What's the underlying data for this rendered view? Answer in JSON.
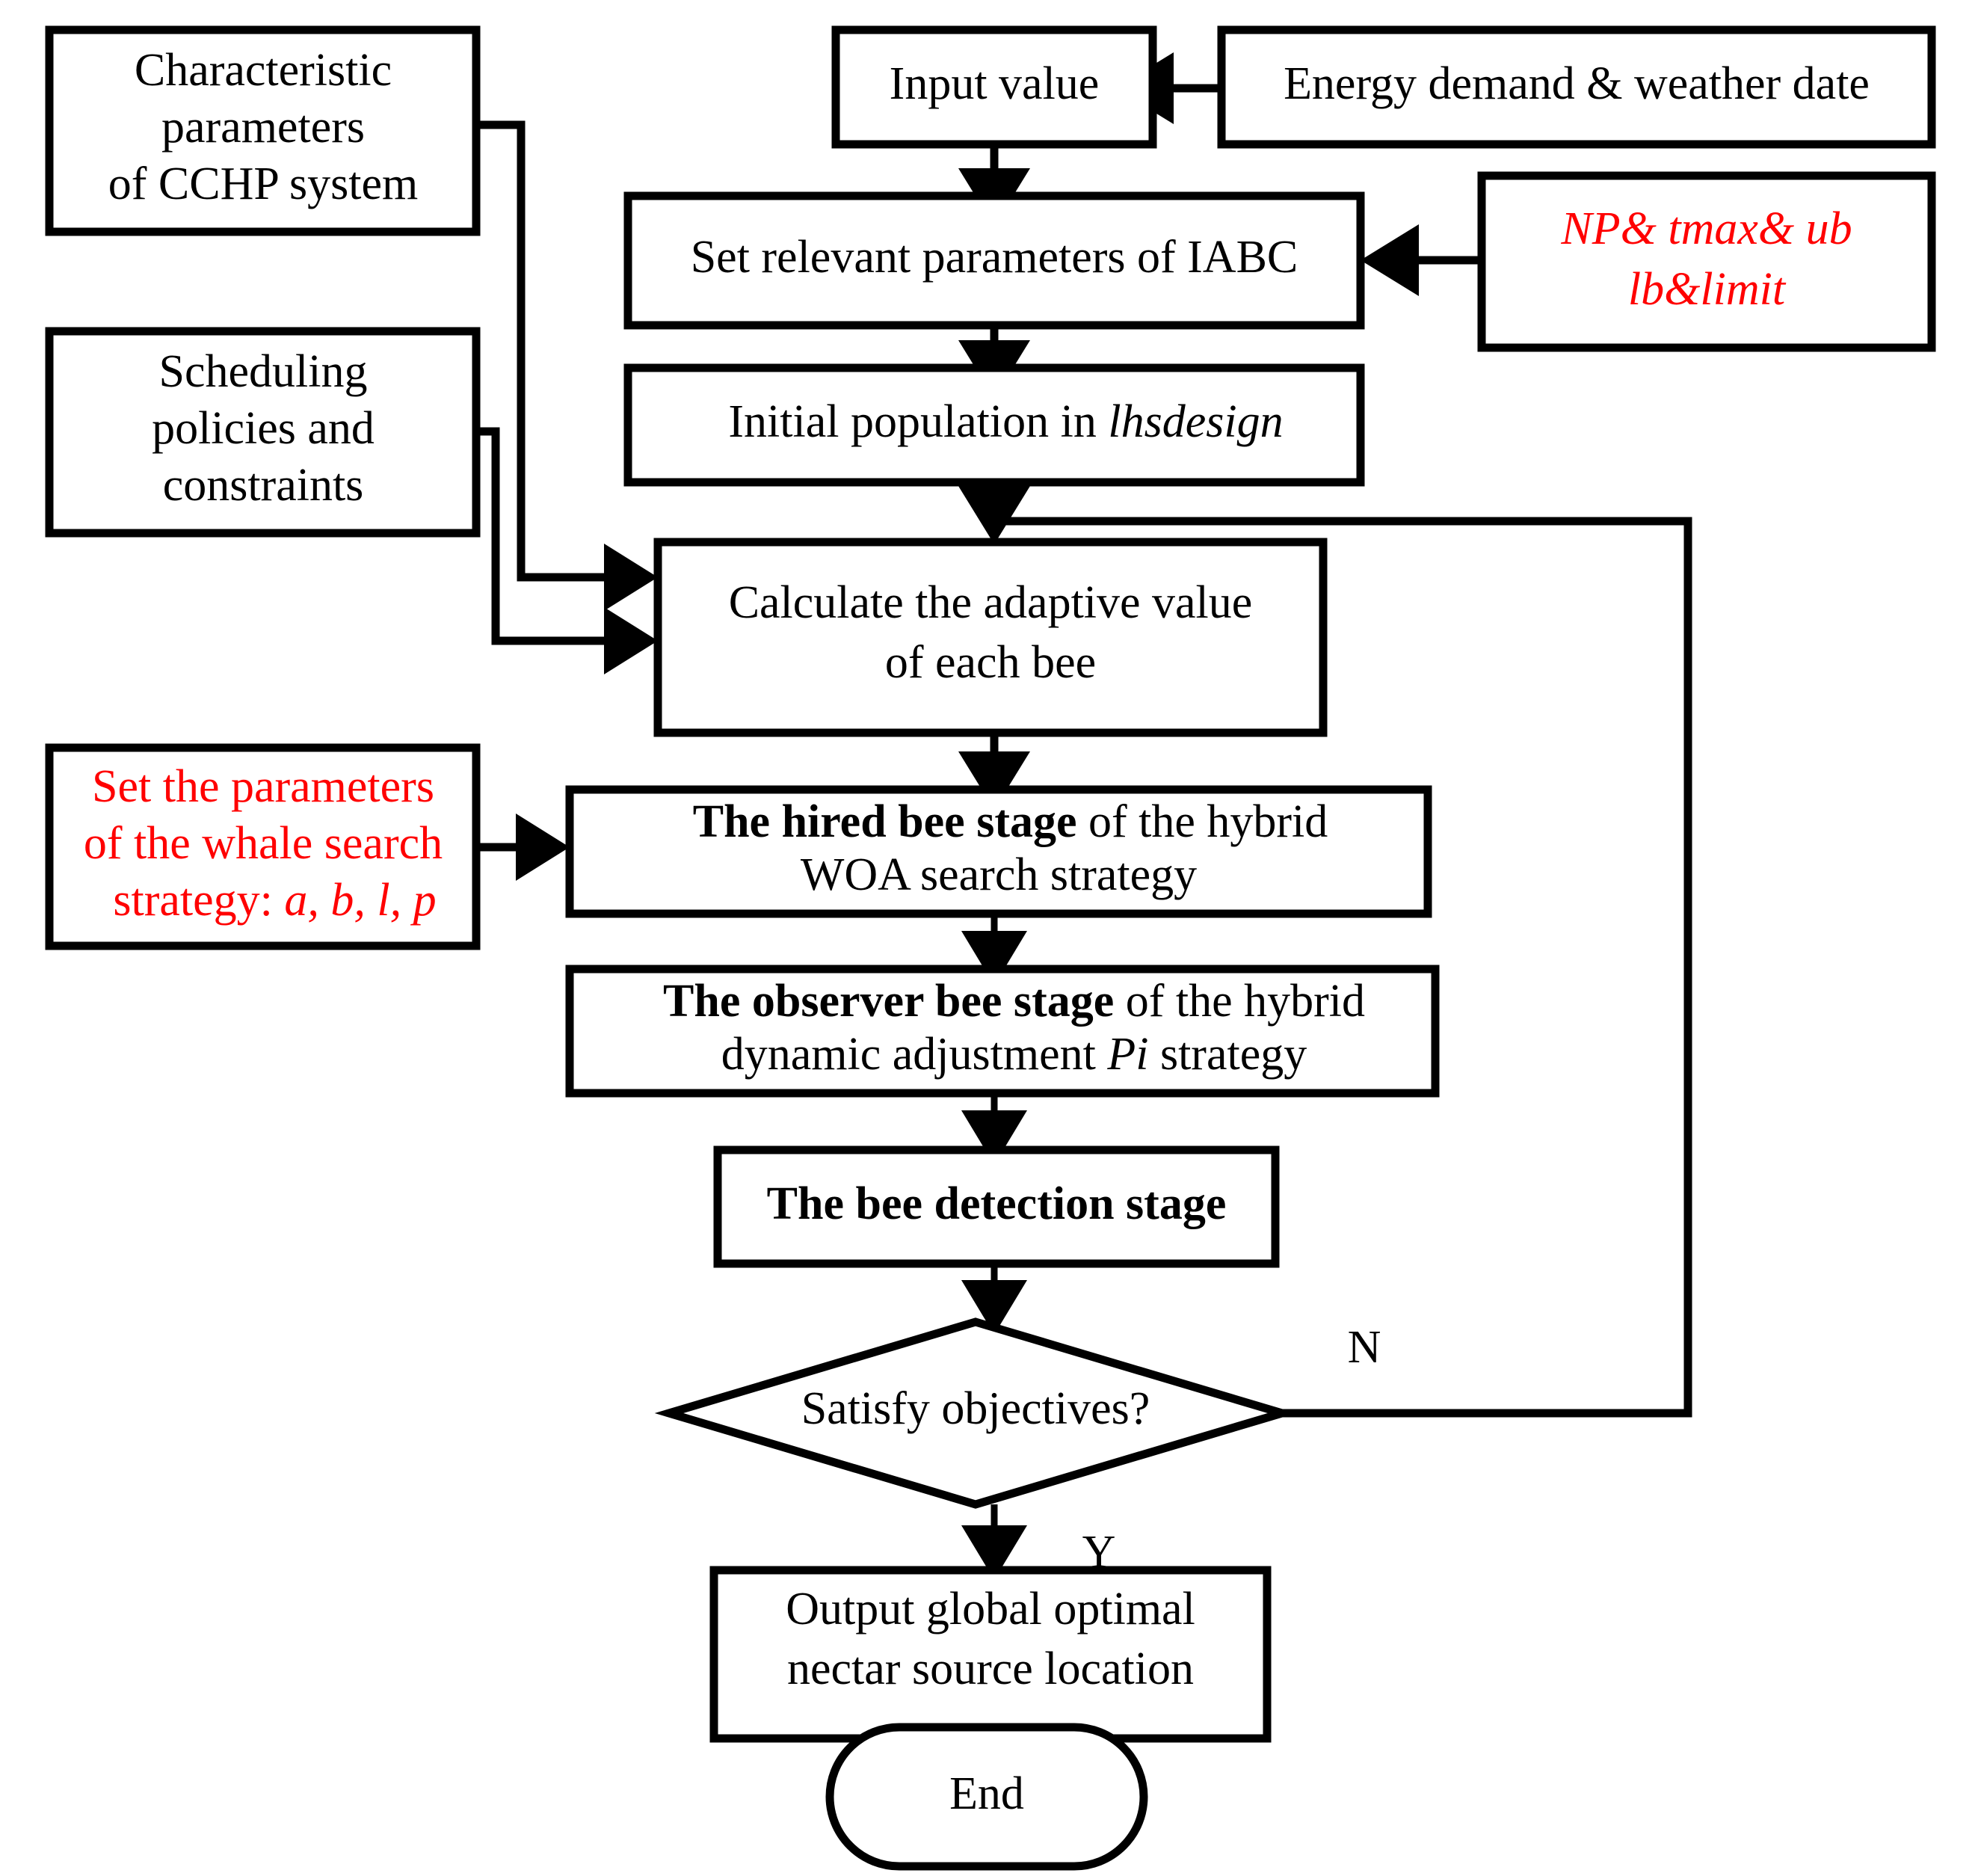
{
  "diagram": {
    "title": "IABC optimization flowchart for CCHP system scheduling",
    "colors": {
      "stroke": "#000000",
      "fill": "#ffffff",
      "highlight_text": "#ff0000"
    },
    "nodes": {
      "characteristic_parameters": {
        "lines": [
          "Characteristic",
          "parameters",
          "of CCHP system"
        ],
        "shape": "rectangle",
        "text_color": "#000000"
      },
      "scheduling_policies": {
        "lines": [
          "Scheduling",
          "policies and",
          "constraints"
        ],
        "shape": "rectangle",
        "text_color": "#000000"
      },
      "whale_parameters": {
        "lines": [
          "Set the parameters",
          "of the whale search",
          "strategy: a, b, l, p"
        ],
        "line3_prefix": "strategy: ",
        "line3_italic": "a, b, l, p",
        "shape": "rectangle",
        "text_color": "#ff0000"
      },
      "input_value": {
        "lines": [
          "Input value"
        ],
        "shape": "rectangle",
        "text_color": "#000000"
      },
      "energy_demand": {
        "lines": [
          "Energy demand & weather date"
        ],
        "shape": "rectangle",
        "text_color": "#000000"
      },
      "set_parameters_iabc": {
        "lines": [
          "Set relevant parameters of IABC"
        ],
        "shape": "rectangle",
        "text_color": "#000000"
      },
      "iabc_params_values": {
        "lines": [
          "NP& tmax& ub",
          "lb&limit"
        ],
        "shape": "rectangle",
        "text_color": "#ff0000"
      },
      "initial_population": {
        "line_prefix": "Initial population in ",
        "line_italic": "lhsdesign",
        "shape": "rectangle",
        "text_color": "#000000"
      },
      "calculate_adaptive_value": {
        "lines": [
          "Calculate the adaptive value",
          "of each bee"
        ],
        "shape": "rectangle",
        "text_color": "#000000"
      },
      "hired_bee_stage": {
        "line1_bold": "The hired bee stage",
        "line1_rest": " of the hybrid",
        "line2": "WOA search strategy",
        "shape": "rectangle",
        "text_color": "#000000"
      },
      "observer_bee_stage": {
        "line1_bold": "The observer bee stage",
        "line1_rest": " of the hybrid",
        "line2_prefix": "dynamic adjustment ",
        "line2_italic": "Pi",
        "line2_suffix": " strategy",
        "shape": "rectangle",
        "text_color": "#000000"
      },
      "bee_detection_stage": {
        "lines": [
          "The bee detection stage"
        ],
        "shape": "rectangle",
        "text_color": "#000000",
        "bold": true
      },
      "satisfy_objectives": {
        "lines": [
          "Satisfy objectives?"
        ],
        "shape": "diamond",
        "text_color": "#000000"
      },
      "output_global_optimal": {
        "lines": [
          "Output global optimal",
          "nectar source location"
        ],
        "shape": "rectangle",
        "text_color": "#000000"
      },
      "end": {
        "lines": [
          "End"
        ],
        "shape": "stadium",
        "text_color": "#000000"
      }
    },
    "edge_labels": {
      "no_branch": "N",
      "yes_branch": "Y"
    }
  }
}
